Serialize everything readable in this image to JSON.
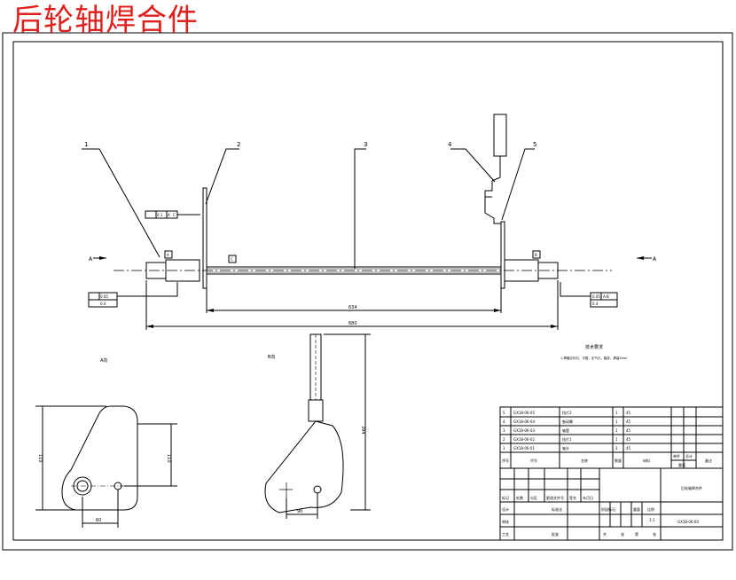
{
  "title": "后轮轴焊合件",
  "part_numbers": [
    "1",
    "2",
    "3",
    "4",
    "5"
  ],
  "view_labels": {
    "front_left": "A",
    "front_right": "A",
    "datum_a": "A",
    "datum_b": "B",
    "datum_c": "C"
  },
  "tolerance_frames": {
    "left_top": [
      "0.1",
      "A",
      "C"
    ],
    "left_bottom": "0.4",
    "right_top": [
      "0.05",
      "A-B"
    ],
    "right_bottom": "0.4",
    "upper_left": "0.05"
  },
  "dimensions": {
    "inner_span": "634",
    "overall_span": "680",
    "height_view": "394",
    "bracket_height": "110",
    "bracket_width": "90",
    "bracket_inner": "110",
    "bracket_offset": "60"
  },
  "notes": {
    "heading": "技术要求",
    "text": "1.焊缝应均匀、平整，无气孔、裂纹，焊高3mm"
  },
  "section_labels": {
    "view_a": "A向",
    "view_b": "B向"
  },
  "bom": {
    "rows": [
      {
        "no": "5",
        "code": "GX18-06-05",
        "name": "挡片2",
        "qty": "1",
        "material": "45"
      },
      {
        "no": "4",
        "code": "GX18-06-04",
        "name": "制动臂",
        "qty": "1",
        "material": "45"
      },
      {
        "no": "3",
        "code": "GX18-06-03",
        "name": "轴管",
        "qty": "1",
        "material": "45"
      },
      {
        "no": "2",
        "code": "GX18-06-02",
        "name": "挡片1",
        "qty": "1",
        "material": "45"
      },
      {
        "no": "1",
        "code": "GX18-06-01",
        "name": "轴头",
        "qty": "2",
        "material": "45"
      }
    ],
    "header": {
      "no": "序号",
      "code": "代号",
      "name": "名称",
      "qty": "数量",
      "material": "材料",
      "weight": "重量",
      "note": "备注",
      "single": "单件",
      "total": "总计"
    }
  },
  "title_block": {
    "part_name": "后轮轴焊合件",
    "drawing_no": "GX18-06-00",
    "labels": [
      "标记",
      "处数",
      "分区",
      "更改文件号",
      "签名",
      "年月日",
      "设计",
      "标准化",
      "阶段标记",
      "重量",
      "比例",
      "审核",
      "工艺",
      "批准",
      "共",
      "张",
      "第",
      "张"
    ],
    "scale": "1:1"
  }
}
